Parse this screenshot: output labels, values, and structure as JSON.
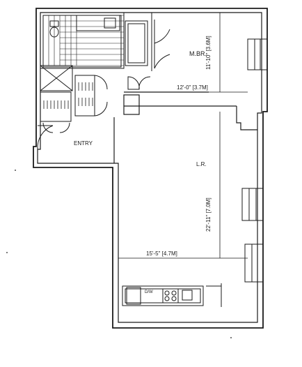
{
  "rooms": {
    "master_bedroom": {
      "name": "M.BR.",
      "width": "12'-0\" [3.7M]",
      "depth": "11'-10\" [3.6M]"
    },
    "living_room": {
      "name": "L.R.",
      "width": "15'-5\" [4.7M]",
      "depth": "22'-11\" [7.0M]"
    },
    "entry": {
      "name": "ENTRY"
    }
  },
  "kitchen": {
    "appliance_label": "D/W"
  },
  "colors": {
    "line": "#1a1a1a",
    "background": "#ffffff"
  }
}
